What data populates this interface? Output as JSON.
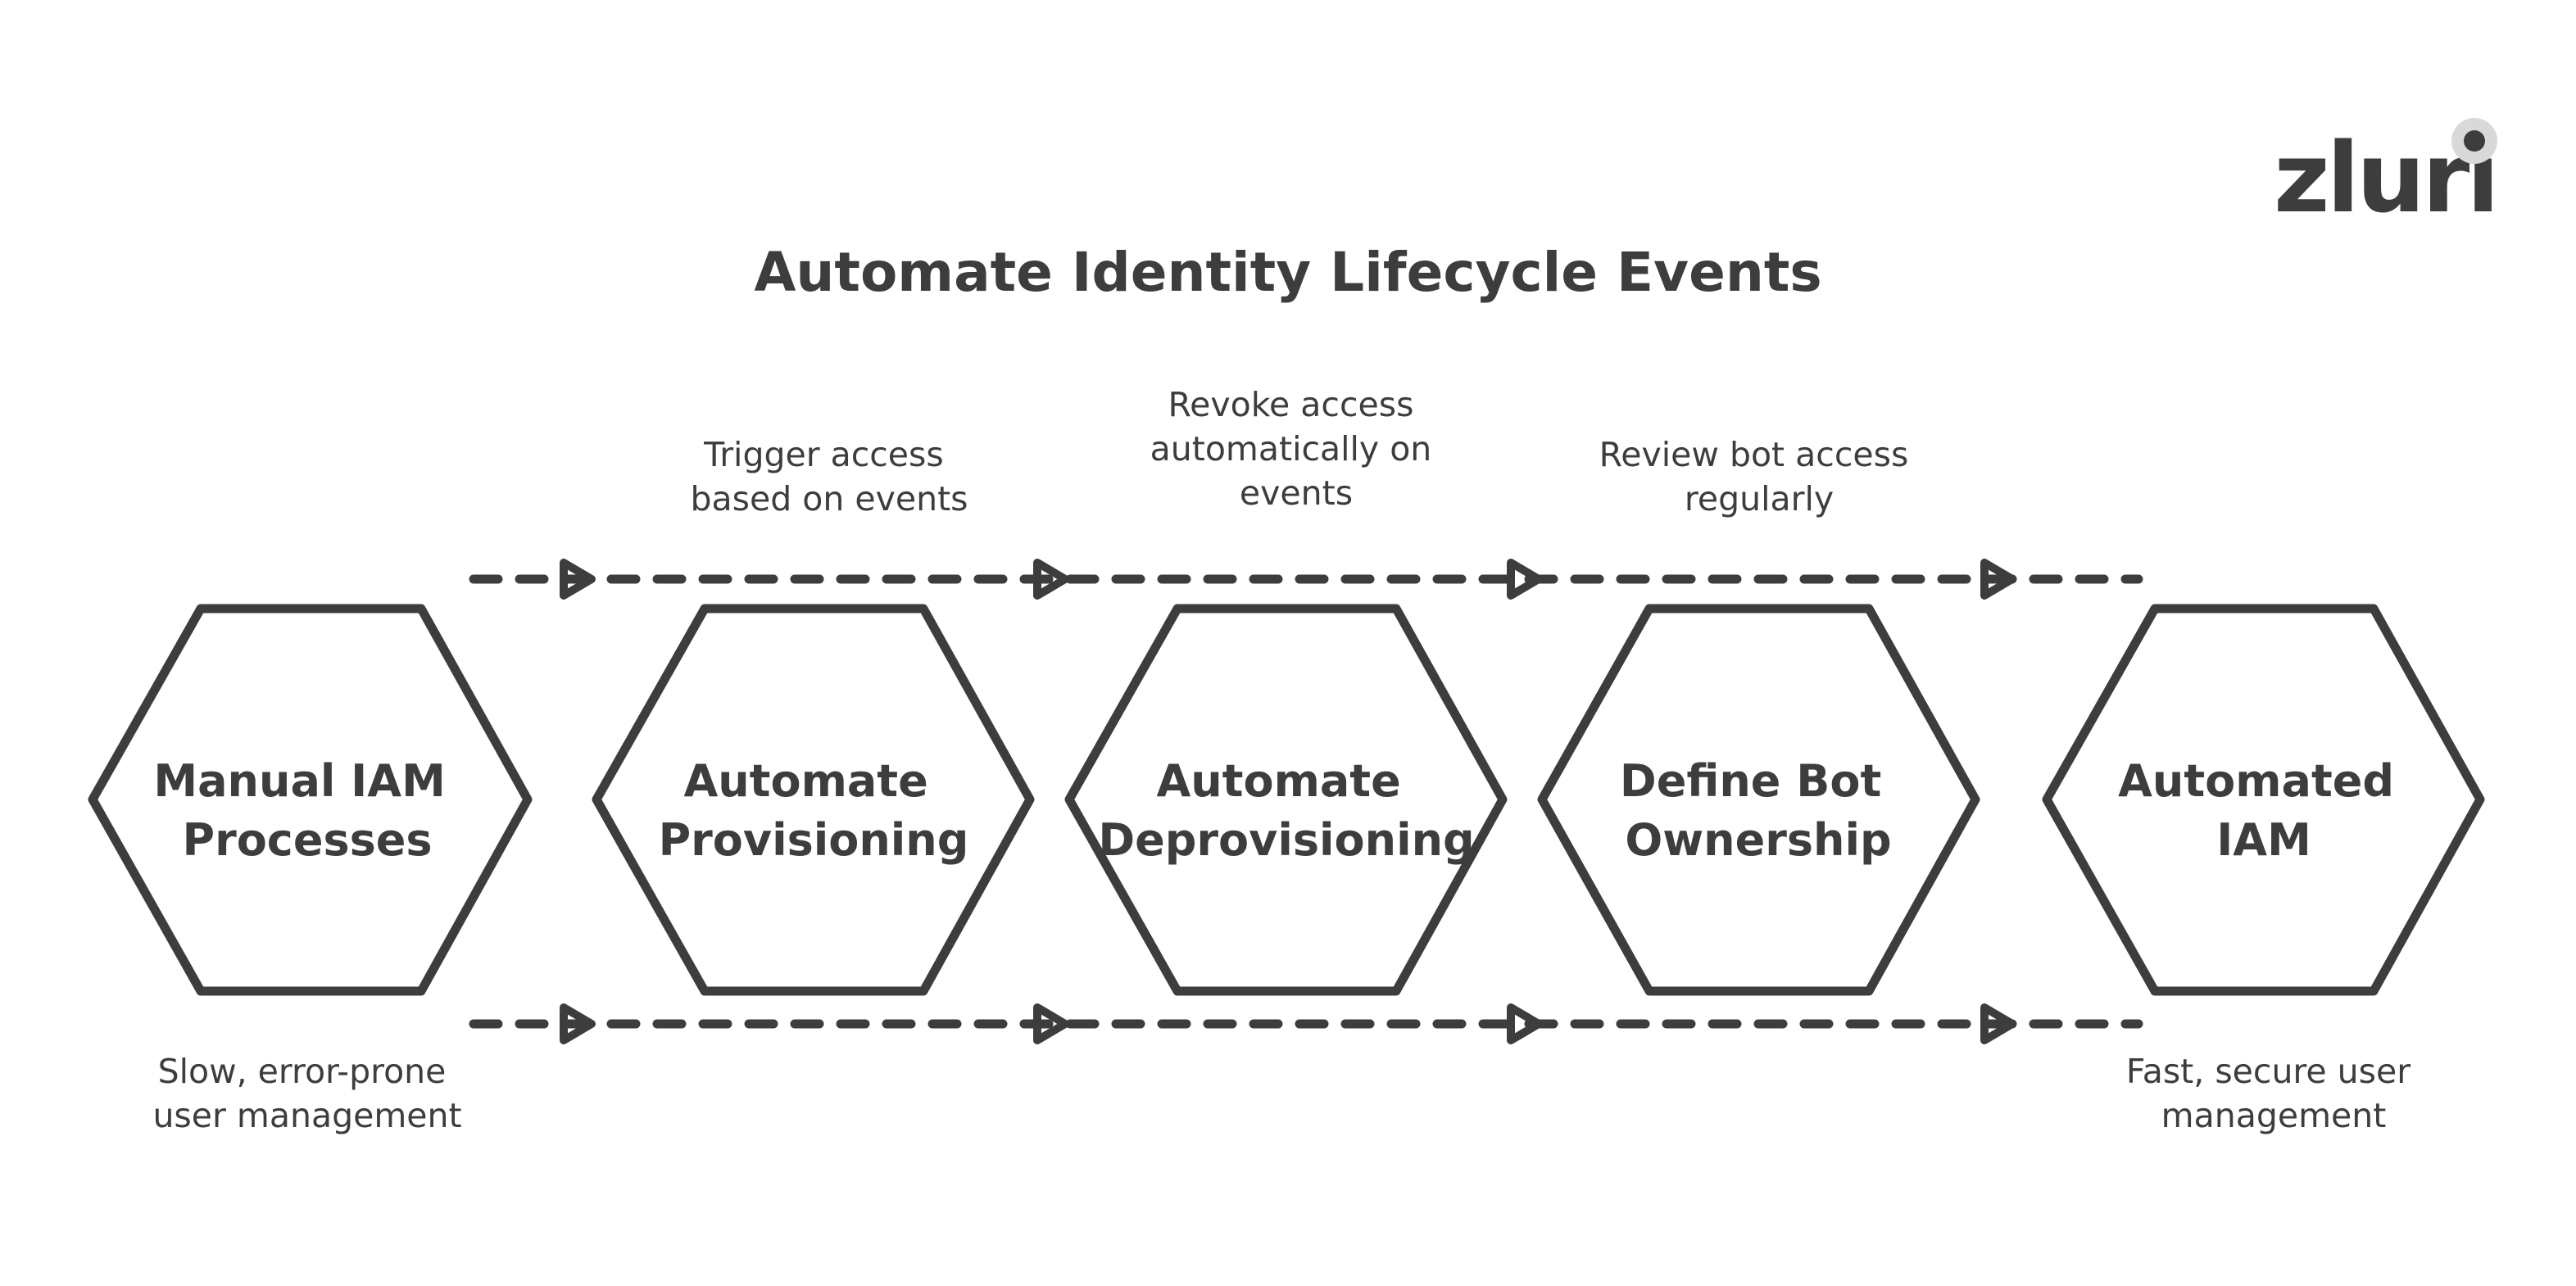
{
  "title": "Automate Identity Lifecycle Events",
  "logo": {
    "text": "zluri",
    "accent_color": "#d9d9d9"
  },
  "stages": [
    {
      "id": "manual",
      "lines": [
        "Manual IAM",
        "Processes"
      ]
    },
    {
      "id": "provisioning",
      "lines": [
        "Automate",
        "Provisioning"
      ]
    },
    {
      "id": "deprovisioning",
      "lines": [
        "Automate",
        "Deprovisioning"
      ]
    },
    {
      "id": "bot-ownership",
      "lines": [
        "Define Bot",
        "Ownership"
      ]
    },
    {
      "id": "automated",
      "lines": [
        "Automated",
        "IAM"
      ]
    }
  ],
  "top_notes": [
    {
      "id": "trigger",
      "lines": [
        "Trigger access",
        "based on events"
      ]
    },
    {
      "id": "revoke",
      "lines": [
        "Revoke access",
        "automatically on",
        "events"
      ]
    },
    {
      "id": "review",
      "lines": [
        "Review bot access",
        "regularly"
      ]
    }
  ],
  "bottom_notes": [
    {
      "id": "start",
      "lines": [
        "Slow, error-prone",
        "user management"
      ]
    },
    {
      "id": "end",
      "lines": [
        "Fast, secure user",
        "management"
      ]
    }
  ],
  "colors": {
    "ink": "#3d3d3d",
    "background": "#ffffff"
  }
}
